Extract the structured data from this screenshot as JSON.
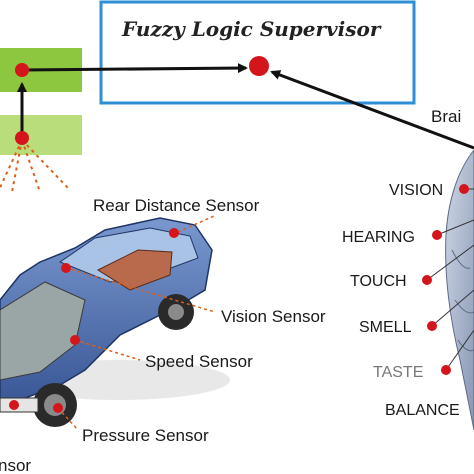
{
  "title": "Fuzzy Logic Supervisor",
  "brain_label": "Brai",
  "car_sensors": {
    "rear_distance": "Rear Distance Sensor",
    "vision": "Vision Sensor",
    "speed": "Speed Sensor",
    "pressure": "Pressure Sensor",
    "cut_off": "nsor"
  },
  "senses": {
    "vision": "VISION",
    "hearing": "HEARING",
    "touch": "TOUCH",
    "smell": "SMELL",
    "taste": "TASTE",
    "balance": "BALANCE"
  },
  "colors": {
    "box_border": "#2e8fd4",
    "dot_red": "#d4151b",
    "green_dark": "#8dc63f",
    "green_light": "#b9dd7a",
    "car_blue": "#4a6aa8",
    "sensor_line": "#d9601c",
    "taste_gray": "#777777"
  }
}
